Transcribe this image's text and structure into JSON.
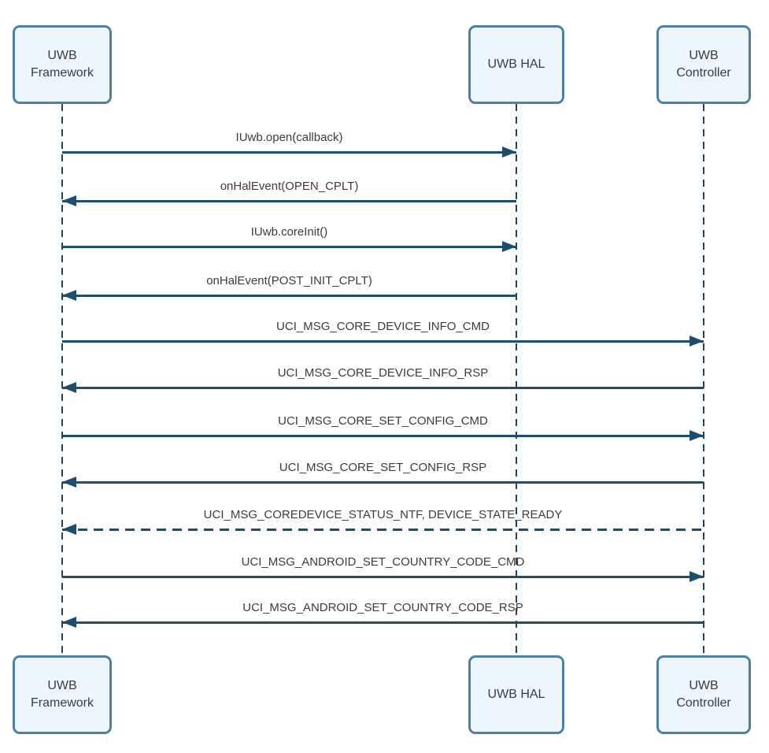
{
  "diagram": {
    "type": "sequence-diagram",
    "colors": {
      "background": "#ffffff",
      "arrow_line": "#1f4e6c",
      "lifeline": "#26425a",
      "box_fill": "#edf6fc",
      "box_border": "#4d80a2",
      "text": "#3c3c3c"
    },
    "actors": [
      {
        "id": "uwb-framework",
        "label": "UWB\nFramework"
      },
      {
        "id": "uwb-hal",
        "label": "UWB HAL"
      },
      {
        "id": "uwb-controller",
        "label": "UWB\nController"
      }
    ],
    "messages": [
      {
        "label": "IUwb.open(callback)",
        "from": 0,
        "to": 1,
        "style": "solid"
      },
      {
        "label": "onHalEvent(OPEN_CPLT)",
        "from": 1,
        "to": 0,
        "style": "solid"
      },
      {
        "label": "IUwb.coreInit()",
        "from": 0,
        "to": 1,
        "style": "solid"
      },
      {
        "label": "onHalEvent(POST_INIT_CPLT)",
        "from": 1,
        "to": 0,
        "style": "solid"
      },
      {
        "label": "UCI_MSG_CORE_DEVICE_INFO_CMD",
        "from": 0,
        "to": 2,
        "style": "solid"
      },
      {
        "label": "UCI_MSG_CORE_DEVICE_INFO_RSP",
        "from": 2,
        "to": 0,
        "style": "solid"
      },
      {
        "label": "UCI_MSG_CORE_SET_CONFIG_CMD",
        "from": 0,
        "to": 2,
        "style": "solid"
      },
      {
        "label": "UCI_MSG_CORE_SET_CONFIG_RSP",
        "from": 2,
        "to": 0,
        "style": "solid"
      },
      {
        "label": "UCI_MSG_COREDEVICE_STATUS_NTF, DEVICE_STATE_READY",
        "from": 2,
        "to": 0,
        "style": "dashed"
      },
      {
        "label": "UCI_MSG_ANDROID_SET_COUNTRY_CODE_CMD",
        "from": 0,
        "to": 2,
        "style": "solid"
      },
      {
        "label": "UCI_MSG_ANDROID_SET_COUNTRY_CODE_RSP",
        "from": 2,
        "to": 0,
        "style": "solid"
      }
    ]
  }
}
